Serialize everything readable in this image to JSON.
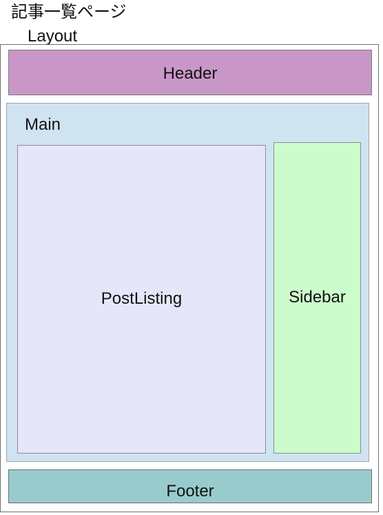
{
  "diagram": {
    "title": "記事一覧ページ",
    "layout_label": "Layout",
    "sections": {
      "header": "Header",
      "main": "Main",
      "post_listing": "PostListing",
      "sidebar": "Sidebar",
      "footer": "Footer"
    },
    "colors": {
      "header": "#c897c8",
      "main": "#cfe3f1",
      "post_listing": "#e6e6fb",
      "sidebar": "#ccfccc",
      "footer": "#98cccc",
      "layout_border": "#6e6e6e"
    }
  }
}
